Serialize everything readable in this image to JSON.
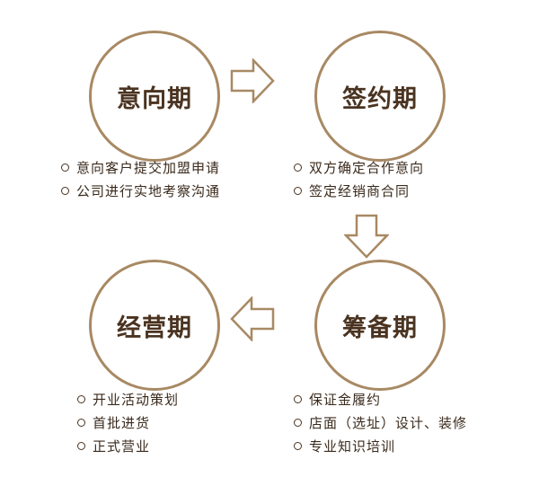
{
  "stages": [
    {
      "title": "意向期",
      "items": [
        "意向客户提交加盟申请",
        "公司进行实地考察沟通"
      ]
    },
    {
      "title": "签约期",
      "items": [
        "双方确定合作意向",
        "签定经销商合同"
      ]
    },
    {
      "title": "筹备期",
      "items": [
        "保证金履约",
        "店面（选址）设计、装修",
        "专业知识培训"
      ]
    },
    {
      "title": "经营期",
      "items": [
        "开业活动策划",
        "首批进货",
        "正式营业"
      ]
    }
  ],
  "colors": {
    "circle_border": "#a88963",
    "title_text": "#4a3320",
    "item_text": "#3a2a1c",
    "arrow_stroke": "#a88963"
  },
  "icons": {
    "bullet": "hollow-circle-icon",
    "arrow_right": "hollow-arrow-right-icon",
    "arrow_down": "hollow-arrow-down-icon",
    "arrow_left": "hollow-arrow-left-icon"
  }
}
